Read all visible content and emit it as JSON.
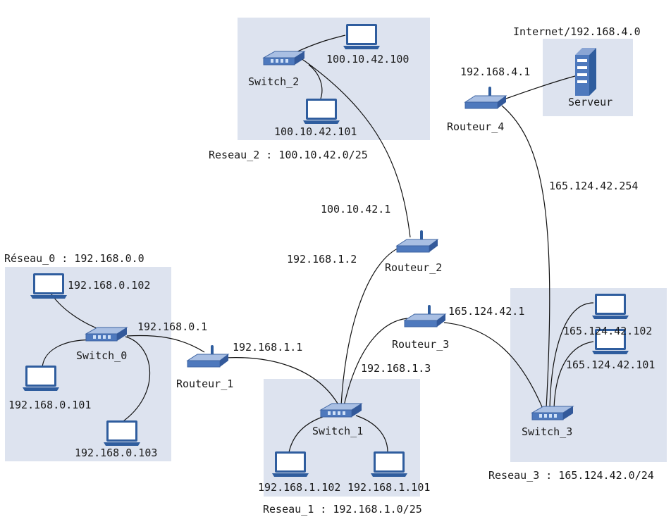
{
  "networks": {
    "reseau0": {
      "label": "Réseau_0 : 192.168.0.0"
    },
    "reseau1": {
      "label": "Reseau_1 : 192.168.1.0/25"
    },
    "reseau2": {
      "label": "Reseau_2 : 100.10.42.0/25"
    },
    "reseau3": {
      "label": "Reseau_3 : 165.124.42.0/24"
    },
    "internet": {
      "label": "Internet/192.168.4.0"
    }
  },
  "switches": {
    "switch0": "Switch_0",
    "switch1": "Switch_1",
    "switch2": "Switch_2",
    "switch3": "Switch_3"
  },
  "routers": {
    "routeur1": "Routeur_1",
    "routeur2": "Routeur_2",
    "routeur3": "Routeur_3",
    "routeur4": "Routeur_4"
  },
  "server": {
    "label": "Serveur"
  },
  "hosts": {
    "h0_102": "192.168.0.102",
    "h0_101": "192.168.0.101",
    "h0_103": "192.168.0.103",
    "h1_102": "192.168.1.102",
    "h1_101": "192.168.1.101",
    "h2_100": "100.10.42.100",
    "h2_101": "100.10.42.101",
    "h3_102": "165.124.42.102",
    "h3_101": "165.124.42.101"
  },
  "interfaces": {
    "r1_net0": "192.168.0.1",
    "r1_net1": "192.168.1.1",
    "r2_net1": "192.168.1.2",
    "r2_net2": "100.10.42.1",
    "r3_net1": "192.168.1.3",
    "r3_net3": "165.124.42.1",
    "r4_net3": "165.124.42.254",
    "r4_internet": "192.168.4.1"
  }
}
